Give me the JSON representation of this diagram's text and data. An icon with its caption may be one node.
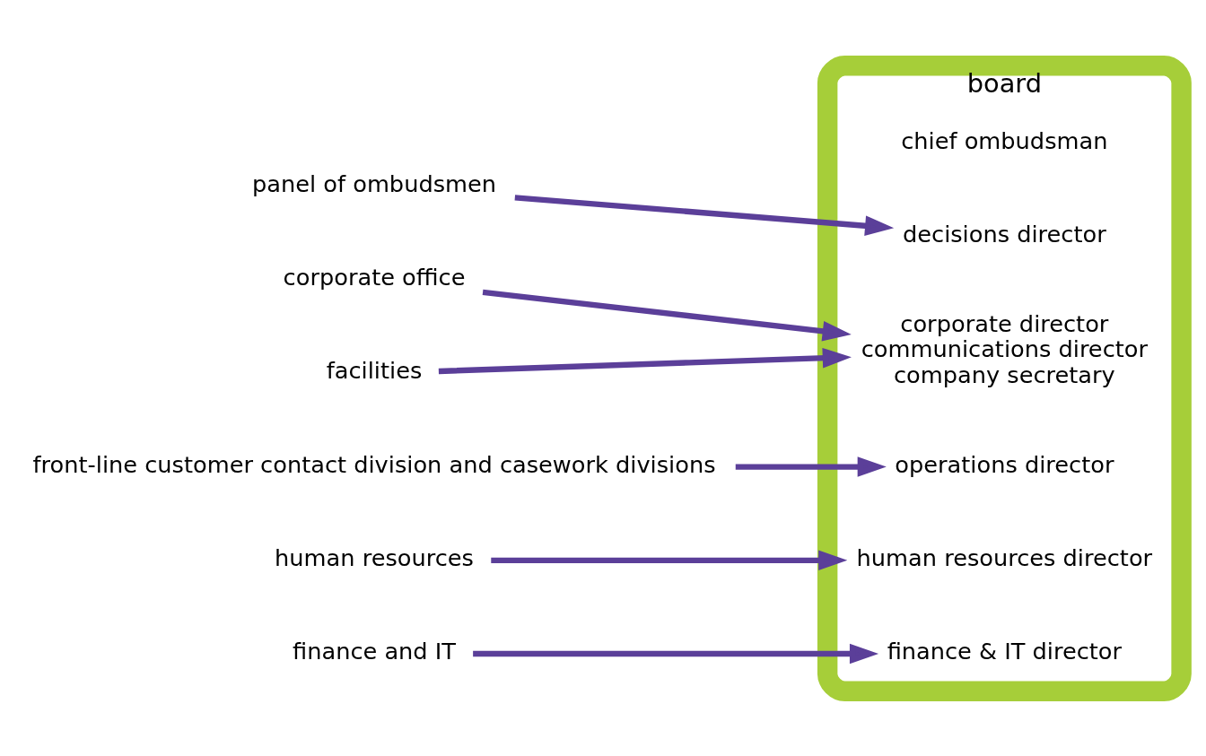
{
  "diagram": {
    "nodes": [
      {
        "text": [
          "board"
        ]
      },
      {
        "text": [
          "chief ombudsman"
        ],
        "in": 0
      },
      {
        "text": [
          "corporate office"
        ]
      },
      {
        "text": [
          "panel of ombudsmen"
        ]
      },
      {
        "text": [
          "decisions director"
        ],
        "in": 0
      },
      {
        "text": [
          "corporate director",
          "communications director",
          "company secretary"
        ],
        "in": 0
      },
      {
        "text": [
          "operations director"
        ],
        "in": 0
      },
      {
        "text": [
          "front-line customer contact division and casework divisions"
        ]
      },
      {
        "text": [
          "finance & IT director"
        ],
        "in": 0
      },
      {
        "text": [
          "facilities"
        ]
      },
      {
        "text": [
          "human resources director"
        ],
        "in": 0
      },
      {
        "text": [
          "human resources"
        ]
      },
      {
        "text": [
          "finance and IT"
        ]
      }
    ],
    "edges": [
      {
        "from": 2,
        "to": 5,
        "arrow": "to"
      },
      {
        "from": 3,
        "to": 4,
        "arrow": "to"
      },
      {
        "from": 7,
        "to": 6,
        "arrow": "to"
      },
      {
        "from": 9,
        "to": 5,
        "arrow": "to"
      },
      {
        "from": 11,
        "to": 10,
        "arrow": "to"
      },
      {
        "from": 12,
        "to": 8,
        "arrow": "to"
      }
    ]
  }
}
